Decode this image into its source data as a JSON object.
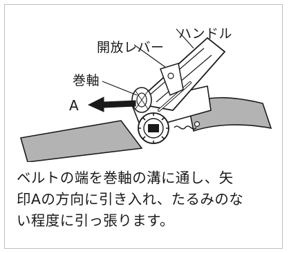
{
  "labels": {
    "handle": "ハンドル",
    "release_lever": "開放レバー",
    "winding_shaft": "巻軸",
    "arrow_a": "A"
  },
  "instruction": {
    "lines": [
      "ベルトの端を巻軸の溝に通し、矢",
      "印Aの方向に引き入れ、たるみのな",
      "い程度に引っ張ります。"
    ]
  }
}
